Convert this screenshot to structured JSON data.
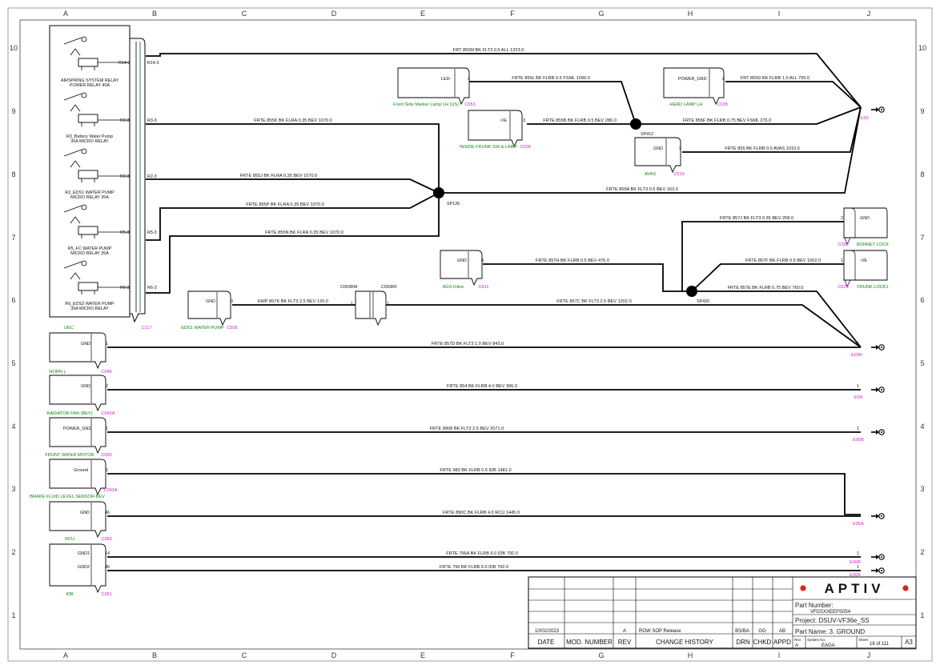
{
  "columns": [
    "A",
    "B",
    "C",
    "D",
    "E",
    "F",
    "G",
    "H",
    "I",
    "J"
  ],
  "rows": [
    "10",
    "9",
    "8",
    "7",
    "6",
    "5",
    "4",
    "3",
    "2",
    "1"
  ],
  "box": {
    "id": "C117",
    "name": "UEC",
    "pins": [
      "R14-3",
      "R3-3",
      "R2-3",
      "R5-3",
      "R6-3"
    ],
    "relays": [
      "AIRSPRING SYSTEM RELAY",
      "POWER RELAY 40A",
      "R3_Battery Water Pump",
      "35A MICRO RELAY",
      "R2_EDS1 WATER PUMP",
      "MICRO RELAY 35A",
      "R5_FC WATER PUMP",
      "MICRO RELAY 35A",
      "R6_EDS2 WATER PUMP",
      "35A MICRO RELAY"
    ]
  },
  "wires": [
    "FRT 855M BK FLT3 0.5 ALL 1223.0",
    "FRTE 855K BK FLRA 0.35 BEV 1070.0",
    "FRTE 855J BK FLRA 0.35 BEV 1070.0",
    "FRTE 855P BK FLRA 0.35 BEV 1070.0",
    "FRTE 855N BK FLRA 0.35 BEV 1070.0",
    "FRTE 855L BK FLRB 0.5 FSML 1099.0",
    "FRTE 855B BK FLRB 0.5 BEV 286.0",
    "FRT 855D BK FLRB 1.0 ALL 795.0",
    "FRTE 855F BK FLRB 0.75 BEV FSML 276.0",
    "FRTE 855 BK FLRB 0.5 AVAS 1010.0",
    "FRTE 855A BK FLT3 0.5 BEV 163.0",
    "FRTE 857J BK FLT3 0.35 BEV 258.0",
    "FRTE 857H BK FLRB 0.5 BEV 476.0",
    "FRTE 857F BK FLRB 0.5 BEV 1002.0",
    "FRTE 857E BK FLRB 0.75 BEV 760.0",
    "EWP 857K BK FLT3 2.5 BEV 120.0",
    "FRTE 857C BK FLT3 2.5 BEV 1202.0",
    "FRTE 857D BK FLT3 1.0 BEV 843.0",
    "FRTE 854 BK FLRB 4.0 BEV 306.0",
    "FRTE 8908 BK FLT3 2.5 BEV 2071.0",
    "FRTE 983 BK FLRB 0.5 IDB 1481.0",
    "FRTE 890C BK FLRB 4.0 RCU 1445.0",
    "FRTE 796A BK FLRB 6.0 IDB 792.0",
    "FRTE 796 BK FLRB 6.0 IDB 792.0"
  ],
  "splices": [
    "SP412",
    "SP126",
    "SP420"
  ],
  "connectors": {
    "front_marker": {
      "pin_name": "LED-",
      "pin": "2",
      "name": "Front Side Marker Lamp LH (US)",
      "id": "C053"
    },
    "frunk_sw": {
      "pin_name": "-VE",
      "pin": "3",
      "name": "INSIDE FRUNK SW & LAMP",
      "id": "C528"
    },
    "head_lamp": {
      "pin_name": "POWER_GND",
      "pin": "2",
      "name": "HEAD LAMP LH",
      "id": "C038"
    },
    "avas": {
      "pin_name": "GND",
      "pin": "3",
      "name": "AVAS",
      "id": "C519"
    },
    "bonnet": {
      "pin_name": "GND",
      "pin": "2",
      "name": "BONNET LOCK",
      "id": "C050"
    },
    "frunk_lock": {
      "pin_name": "-VE",
      "pin": "1",
      "name": "FRUNK LOCK1",
      "id": "C529"
    },
    "ags": {
      "pin_name": "GND",
      "pin": "4",
      "name": "AGS Inline",
      "id": "C411"
    },
    "eds1": {
      "pin_name": "GND",
      "pin": "3",
      "name": "EDS1 WATER PUMP",
      "id": "C505"
    },
    "inline": {
      "left_id": "C003RM",
      "right_id": "C003RF",
      "left_pin": "1",
      "right_pin": "1"
    },
    "horn": {
      "pin_name": "GND",
      "pin": "1",
      "name": "HORN L",
      "id": "C040"
    },
    "radiator": {
      "pin_name": "GND",
      "pin": "2",
      "name": "RADIATOR FAN (BEV)",
      "id": "C041A"
    },
    "wiper": {
      "pin_name": "POWER_GND",
      "pin": "1",
      "name": "FRONT WIPER MOTOR",
      "id": "C030"
    },
    "brake": {
      "pin_name": "Ground",
      "pin": "1",
      "name": "BRAKE FLUID LEVEL SENSOR-BEV",
      "id": "C091A"
    },
    "rcu": {
      "pin_name": "GND",
      "pin": "46",
      "name": "RCU",
      "id": "C283"
    },
    "idb": {
      "pin_name1": "GND1",
      "pin1": "14",
      "pin_name2": "GND2",
      "pin2": "46",
      "name": "IDB",
      "id": "C281"
    }
  },
  "grounds": [
    {
      "id": "E02"
    },
    {
      "id": "E03R",
      "pin": "1"
    },
    {
      "id": "E04",
      "pin": "1"
    },
    {
      "id": "E05B",
      "pin": "1"
    },
    {
      "id": "E05A"
    },
    {
      "id": "E06B",
      "pin": "1"
    },
    {
      "id": "E06A",
      "pin": "1"
    }
  ],
  "title_block": {
    "row": {
      "date": "10/02/2023",
      "rev": "A",
      "history": "ROW SOP Release",
      "drn": "BS/BA",
      "chkd": "GG",
      "appd": "AB"
    },
    "headers": {
      "date": "DATE",
      "mod": "MOD. NUMBER",
      "rev": "REV",
      "history": "CHANGE HISTORY",
      "drn": "DRN",
      "chkd": "CHKD",
      "appd": "APPD"
    },
    "brand": "APTIV",
    "part_number_label": "Part Number:",
    "part_number": "VFDSXXEEPS054",
    "project": "Project: DSUV-VF36e_SS",
    "part_name": "Part Name: 3. GROUND",
    "rev_label": "Rev:",
    "rev_value": "A",
    "system_label": "System No:",
    "system_value": "EAGA",
    "sheet_label": "Sheet:",
    "sheet_value": "18 of 111",
    "size": "A3"
  },
  "colors": {
    "wire": "#000000",
    "name": "#0a8a0a",
    "id": "#d21ec8",
    "brand_dot": "#e0211b"
  }
}
